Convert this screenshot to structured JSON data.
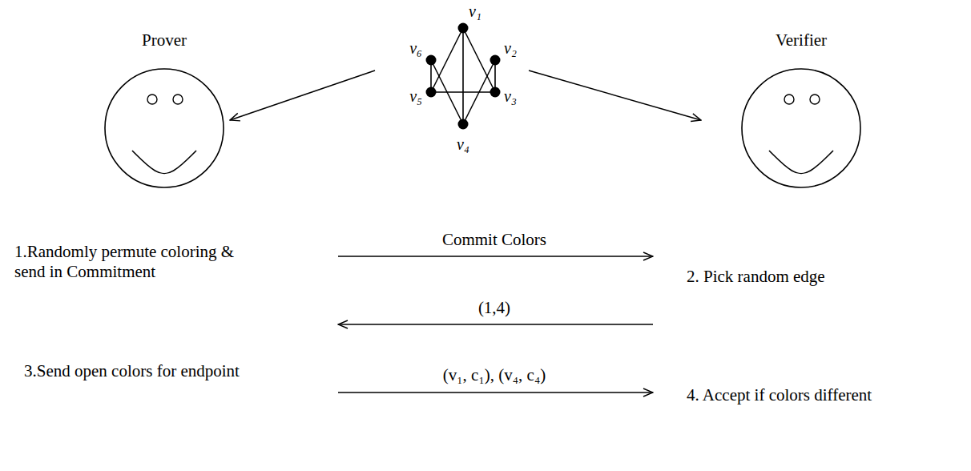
{
  "diagram": {
    "nodes": [
      {
        "text": [
          "Prover"
        ]
      },
      {
        "text": [
          "Verifier"
        ]
      }
    ],
    "labels": [
      "v₁",
      "v₂",
      "v₃",
      "v₄",
      "v₅",
      "v₆",
      "1.Randomly permute coloring & send in Commitment",
      "Commit Colors",
      "2. Pick random edge",
      "(1,4)",
      "3.Send open colors for endpoint",
      "(v₁, c₁), (v₄, c₄)",
      "4. Accept if colors different"
    ]
  }
}
